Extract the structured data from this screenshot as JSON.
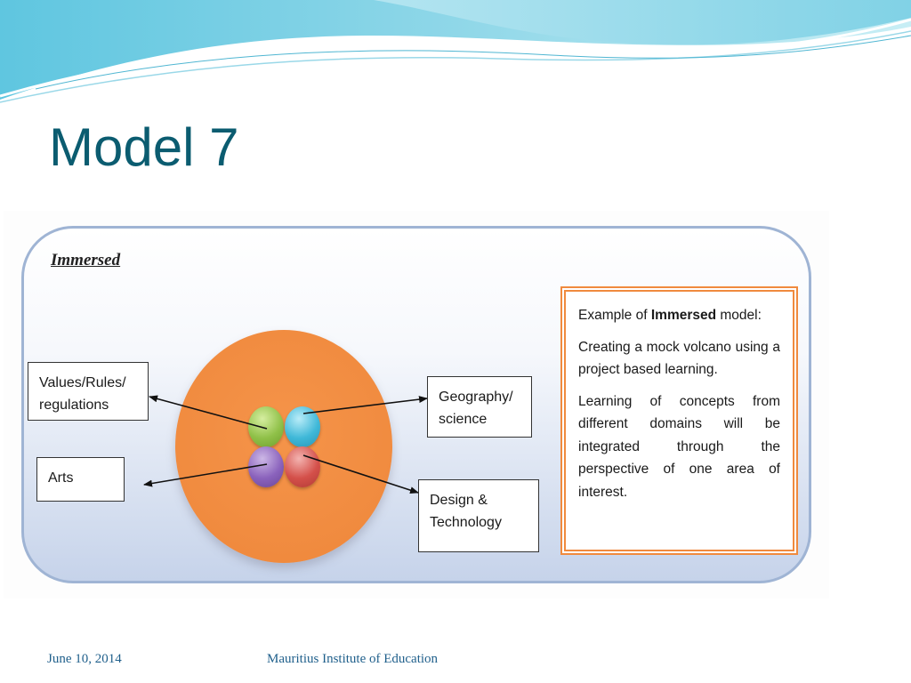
{
  "slide": {
    "title": "Model 7"
  },
  "diagram": {
    "heading": "Immersed",
    "labels": {
      "values": "Values/Rules/ regulations",
      "arts": "Arts",
      "geography": "Geography/ science",
      "design": "Design & Technology"
    },
    "example": {
      "title_prefix": "Example of ",
      "title_bold": "Immersed",
      "title_suffix": " model:",
      "paragraph1": "Creating a mock volcano using a project based learning.",
      "paragraph2": "Learning of concepts from different domains will be integrated through the perspective of one area of interest."
    },
    "colors": {
      "outer_circle": "#f08a3e",
      "ball_green": "#8fc048",
      "ball_blue": "#3fb8d8",
      "ball_purple": "#8a62bc",
      "ball_red": "#d4504a",
      "example_border": "#f08a3e"
    }
  },
  "footer": {
    "date": "June 10, 2014",
    "organization": "Mauritius Institute of Education"
  }
}
